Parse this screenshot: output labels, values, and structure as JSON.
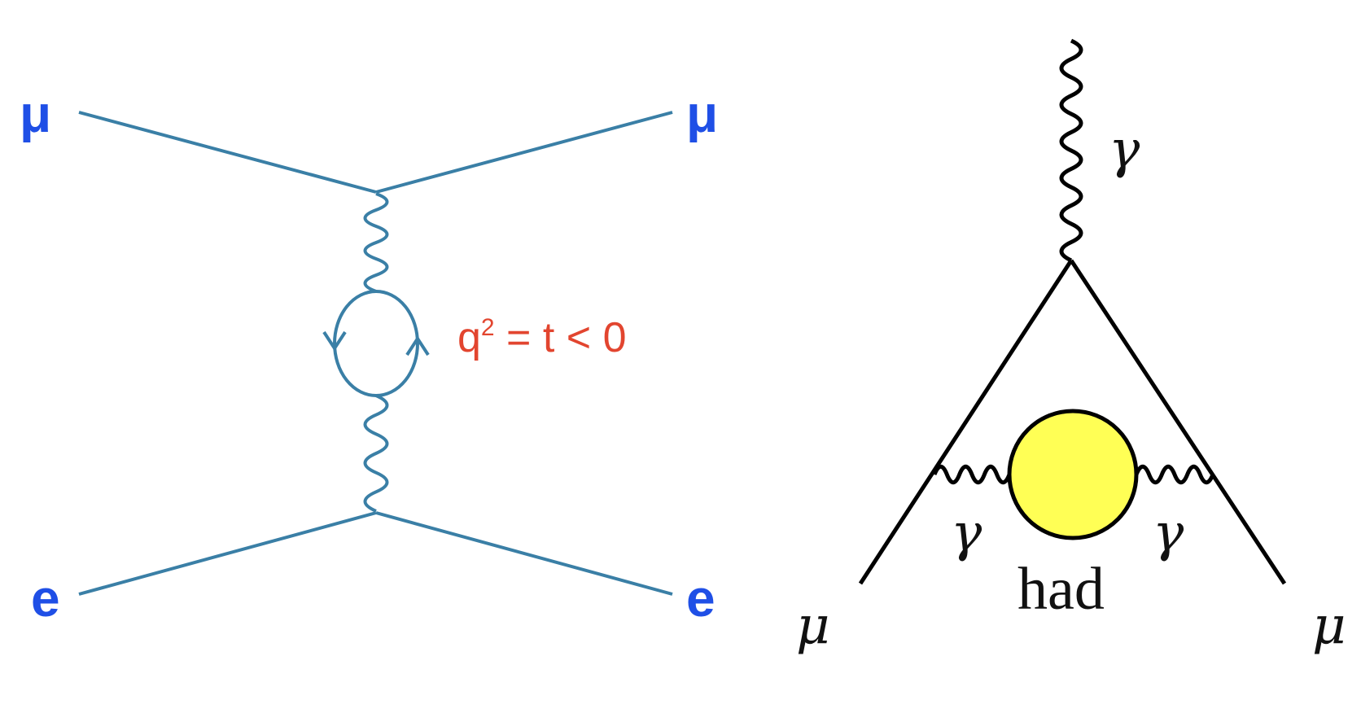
{
  "left_diagram": {
    "top_left_label": "μ",
    "top_right_label": "μ",
    "bottom_left_label": "e",
    "bottom_right_label": "e",
    "q_base": "q",
    "q_exp": "2",
    "q_rest": " = t < 0",
    "line_color": "#3a7fa6",
    "label_color": "#1f4fe6",
    "annotation_color": "#e2452f"
  },
  "right_diagram": {
    "photon_top_label": "γ",
    "photon_left_label": "γ",
    "photon_right_label": "γ",
    "blob_label": "had",
    "muon_left_label": "μ",
    "muon_right_label": "μ",
    "blob_fill": "#ffff55",
    "line_color": "#000000"
  }
}
